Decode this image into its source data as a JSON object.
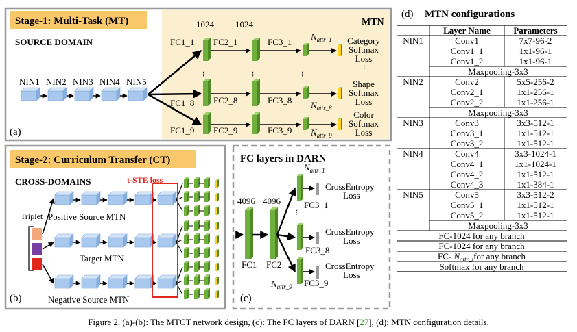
{
  "panel_a": {
    "stage_label": "Stage-1: Multi-Task (MT)",
    "domain_label": "SOURCE DOMAIN",
    "mtn_label": "MTN",
    "nin_labels": [
      "NIN1",
      "NIN2",
      "NIN3",
      "NIN4",
      "NIN5"
    ],
    "width_labels": [
      "1024",
      "1024"
    ],
    "fc_labels": [
      "FC1_1",
      "FC2_1",
      "FC3_1",
      "FC1_8",
      "FC2_8",
      "FC3_8",
      "FC1_9",
      "FC2_9",
      "FC3_9"
    ],
    "n_attr_base": "N",
    "n_attr_subs": [
      "attr_1",
      "attr_8",
      "attr_9"
    ],
    "loss_lines": [
      [
        "Category",
        "Softmax",
        "Loss"
      ],
      [
        "Shape",
        "Softmax",
        "Loss"
      ],
      [
        "Color",
        "Softmax",
        "Loss"
      ]
    ],
    "ellipsis": "...",
    "tag": "(a)"
  },
  "panel_b": {
    "stage_label": "Stage-2: Curriculum Transfer (CT)",
    "domain_label": "CROSS-DOMAINS",
    "loss_label": "t-STE loss",
    "triplet_label": "Triplet",
    "branch_labels": [
      "Positive Source MTN",
      "Target MTN",
      "Negative Source MTN"
    ],
    "tag": "(b)"
  },
  "panel_c": {
    "title": "FC layers in DARN",
    "widths": [
      "4096",
      "4096"
    ],
    "fc_labels": [
      "FC1",
      "FC2",
      "FC3_1",
      "FC3_8",
      "FC3_9"
    ],
    "n_attr_subs": [
      "attr_1",
      "attr_9"
    ],
    "loss_lines": [
      "CrossEntropy",
      "Loss"
    ],
    "tag": "(c)"
  },
  "panel_d": {
    "tag": "(d)",
    "title": "MTN configurations",
    "headers": [
      "Layer Name",
      "Parameters"
    ],
    "groups": [
      {
        "name": "NIN1",
        "rows": [
          [
            "Conv1",
            "7x7-96-2"
          ],
          [
            "Conv1_1",
            "1x1-96-1"
          ],
          [
            "Conv1_2",
            "1x1-96-1"
          ]
        ],
        "pool": "Maxpooling-3x3"
      },
      {
        "name": "NIN2",
        "rows": [
          [
            "Conv2",
            "5x5-256-2"
          ],
          [
            "Conv2_1",
            "1x1-256-1"
          ],
          [
            "Conv2_2",
            "1x1-256-1"
          ]
        ],
        "pool": "Maxpooling-3x3"
      },
      {
        "name": "NIN3",
        "rows": [
          [
            "Conv3",
            "3x3-512-1"
          ],
          [
            "Conv3_1",
            "1x1-512-1"
          ],
          [
            "Conv3_2",
            "1x1-512-1"
          ]
        ],
        "pool": ""
      },
      {
        "name": "NIN4",
        "rows": [
          [
            "Conv4",
            "3x3-1024-1"
          ],
          [
            "Conv4_1",
            "1x1-1024-1"
          ],
          [
            "Conv4_2",
            "1x1-512-1"
          ],
          [
            "Conv4_3",
            "1x1-384-1"
          ]
        ],
        "pool": ""
      },
      {
        "name": "NIN5",
        "rows": [
          [
            "Conv5",
            "3x3-512-2"
          ],
          [
            "Conv5_1",
            "1x1-512-1"
          ],
          [
            "Conv5_2",
            "1x1-512-1"
          ]
        ],
        "pool": "Maxpooling-3x3"
      }
    ],
    "footer": [
      "FC-1024 for any branch",
      "FC-1024 for any branch",
      "Softmax for any branch"
    ],
    "footer_nattr_pre": "FC- ",
    "footer_nattr_post": "for any branch"
  },
  "caption": {
    "pre": "Figure 2.  (a)-(b): The MTCT network design, (c): The FC layers of DARN [",
    "ref": "27",
    "post": "], (d): MTN configuration details."
  },
  "colors": {
    "cube": "#a9c8ee",
    "fc": "#6fb03c",
    "out": "#ffd21c",
    "stage": "#f9c86a",
    "mtn_bg": "#fcefcf",
    "red": "#e1261c"
  }
}
